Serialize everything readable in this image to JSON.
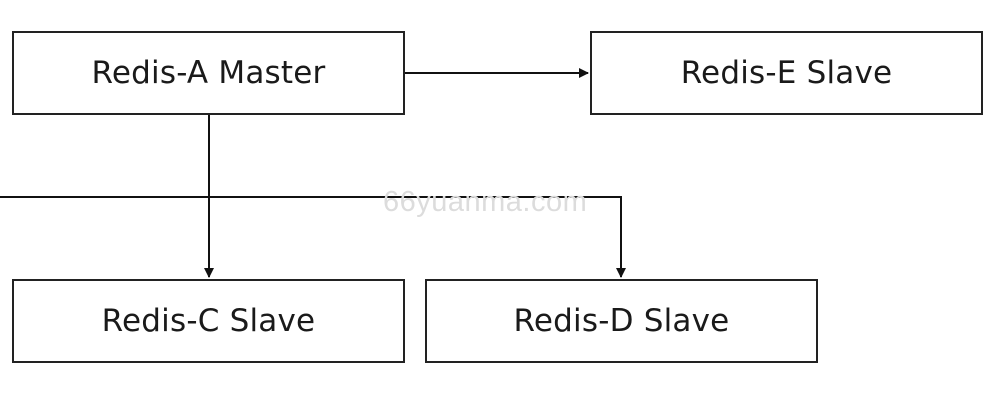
{
  "nodes": {
    "master_a": "Redis-A Master",
    "slave_e": "Redis-E Slave",
    "slave_c": "Redis-C Slave",
    "slave_d": "Redis-D Slave"
  },
  "watermark": "66yuanma.com",
  "colors": {
    "line": "#111111",
    "border": "#222222",
    "watermark": "#dcdcdc"
  }
}
